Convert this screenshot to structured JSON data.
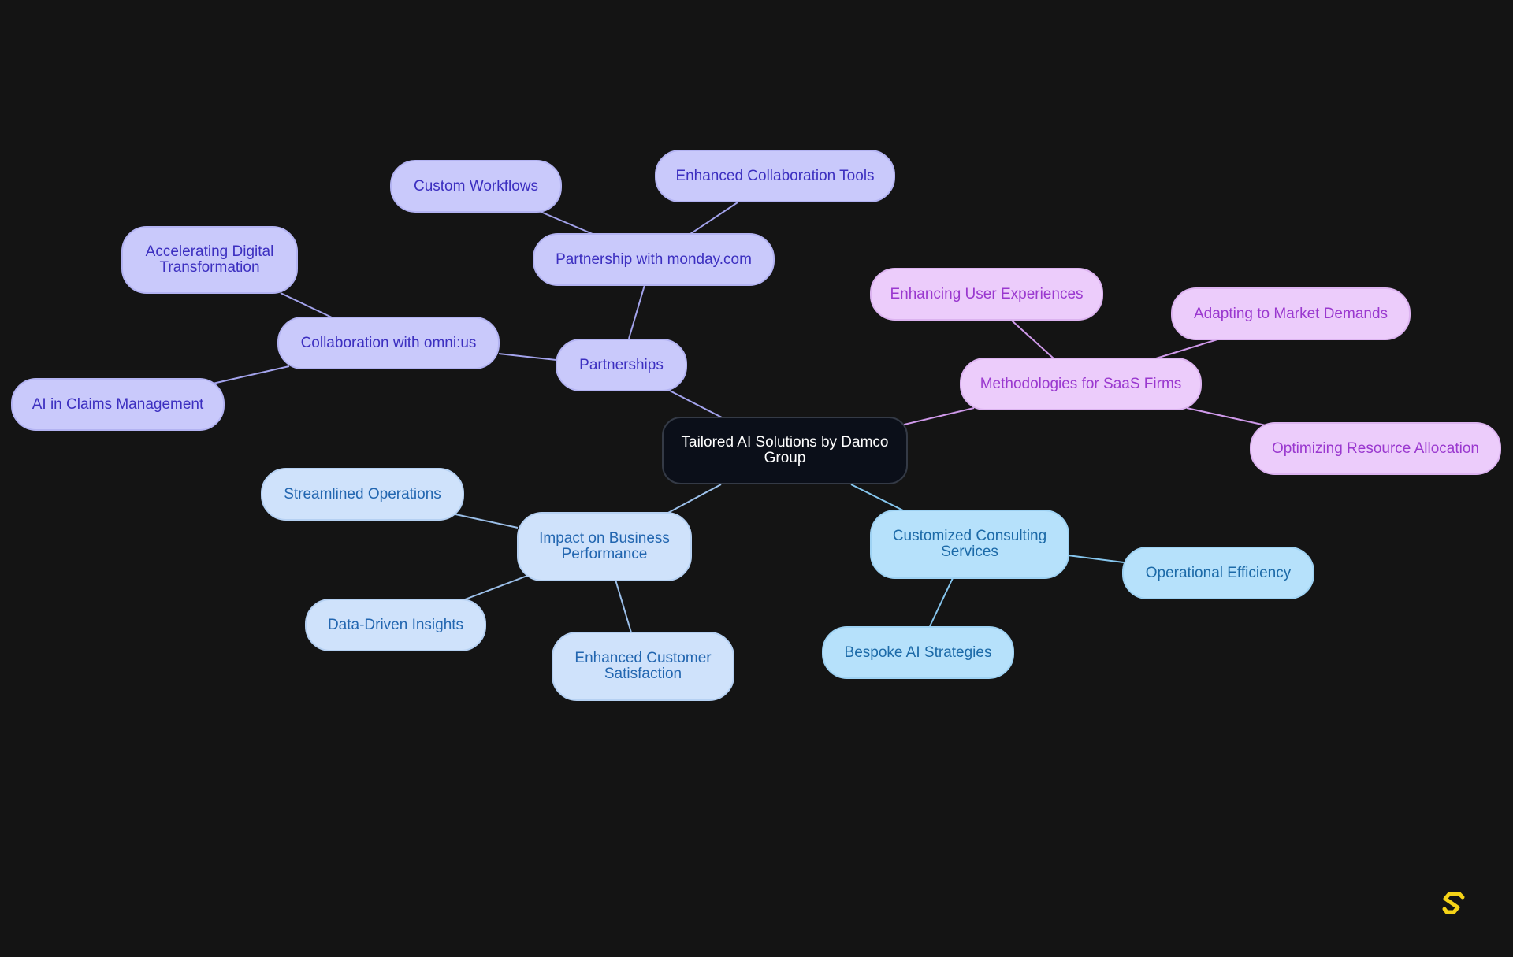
{
  "diagram": {
    "type": "mindmap",
    "root": {
      "label": "Tailored AI Solutions by Damco Group"
    },
    "branches": [
      {
        "label": "Partnerships",
        "color": "#c9c9fb",
        "children": [
          {
            "label": "Partnership with monday.com",
            "children": [
              {
                "label": "Custom Workflows"
              },
              {
                "label": "Enhanced Collaboration Tools"
              }
            ]
          },
          {
            "label": "Collaboration with omni:us",
            "children": [
              {
                "label": "Accelerating Digital Transformation"
              },
              {
                "label": "AI in Claims Management"
              }
            ]
          }
        ]
      },
      {
        "label": "Methodologies for SaaS Firms",
        "color": "#ecccfb",
        "children": [
          {
            "label": "Enhancing User Experiences"
          },
          {
            "label": "Adapting to Market Demands"
          },
          {
            "label": "Optimizing Resource Allocation"
          }
        ]
      },
      {
        "label": "Customized Consulting Services",
        "color": "#b6e1fb",
        "children": [
          {
            "label": "Operational Efficiency"
          },
          {
            "label": "Bespoke AI Strategies"
          }
        ]
      },
      {
        "label": "Impact on Business Performance",
        "color": "#cfe2fb",
        "children": [
          {
            "label": "Streamlined Operations"
          },
          {
            "label": "Data-Driven Insights"
          },
          {
            "label": "Enhanced Customer Satisfaction"
          }
        ]
      }
    ]
  },
  "colors": {
    "background": "#141414",
    "root_fill": "#0b0f19",
    "purple_edge": "#a3a3ec",
    "violet_edge": "#cf99ea",
    "sky_edge": "#86c6ee",
    "pale_edge": "#9cc0ea",
    "logo": "#f5d317"
  },
  "logo": {
    "icon": "s-logo-icon"
  }
}
